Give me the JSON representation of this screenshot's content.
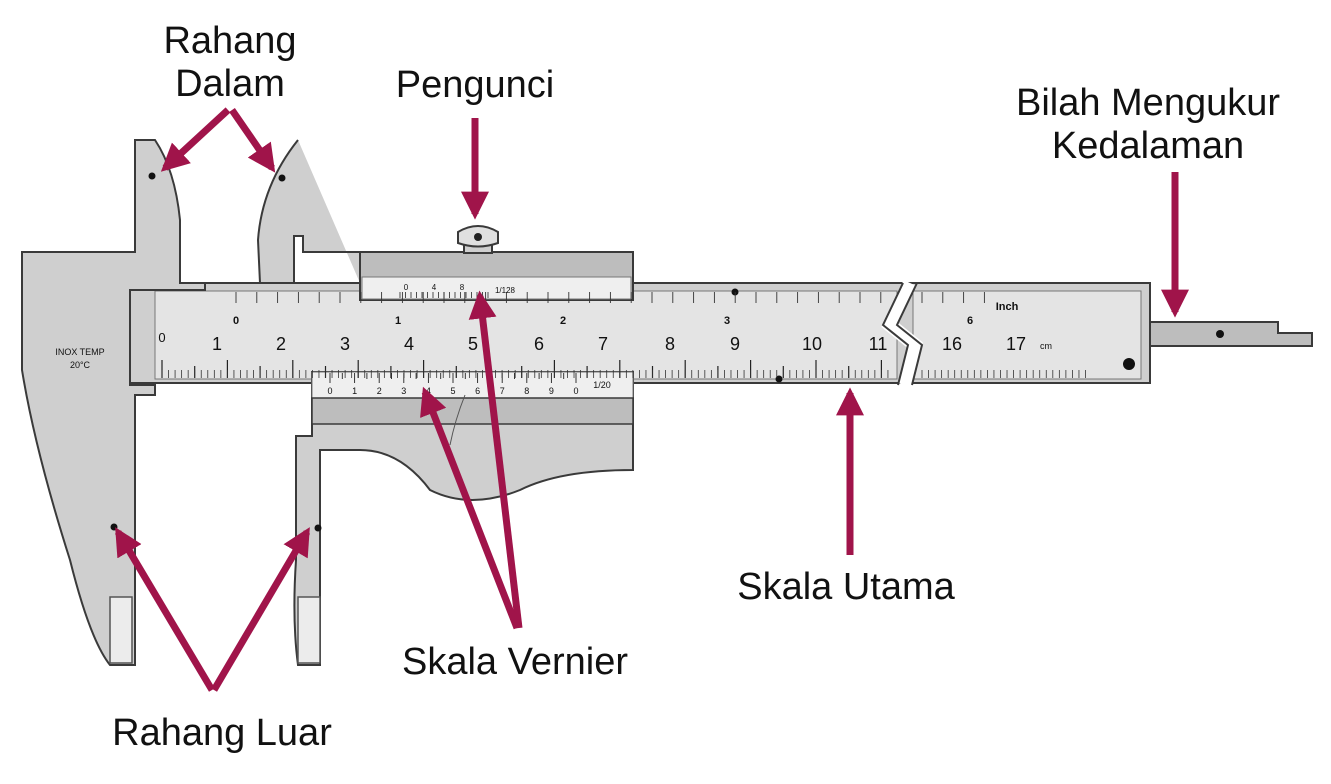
{
  "labels": {
    "inner_jaws": [
      "Rahang",
      "Dalam"
    ],
    "lock": "Pengunci",
    "depth_rod": [
      "Bilah Mengukur",
      "Kedalaman"
    ],
    "main_scale": "Skala Utama",
    "vernier_scale": "Skala Vernier",
    "outer_jaws": "Rahang Luar"
  },
  "instrument": {
    "stamp_line1": "INOX TEMP",
    "stamp_line2": "20°C",
    "inch_label": "Inch",
    "cm_label": "cm",
    "vernier_inch_label": "1/128",
    "vernier_metric_label": "1/20"
  },
  "scales": {
    "cm_numbers": [
      "0",
      "1",
      "2",
      "3",
      "4",
      "5",
      "6",
      "7",
      "8",
      "9",
      "10",
      "11",
      "16",
      "17"
    ],
    "inch_numbers": [
      "0",
      "1",
      "2",
      "3",
      "6"
    ],
    "vernier_metric_numbers": [
      "0",
      "1",
      "2",
      "3",
      "4",
      "5",
      "6",
      "7",
      "8",
      "9",
      "0"
    ],
    "vernier_inch_numbers": [
      "0",
      "4",
      "8"
    ]
  },
  "colors": {
    "arrow": "#a0144a",
    "body_fill": "#cfcfcf",
    "body_stroke": "#3a3a3a",
    "scale_fill": "#e4e4e4",
    "slider_dark": "#bdbdbd"
  }
}
